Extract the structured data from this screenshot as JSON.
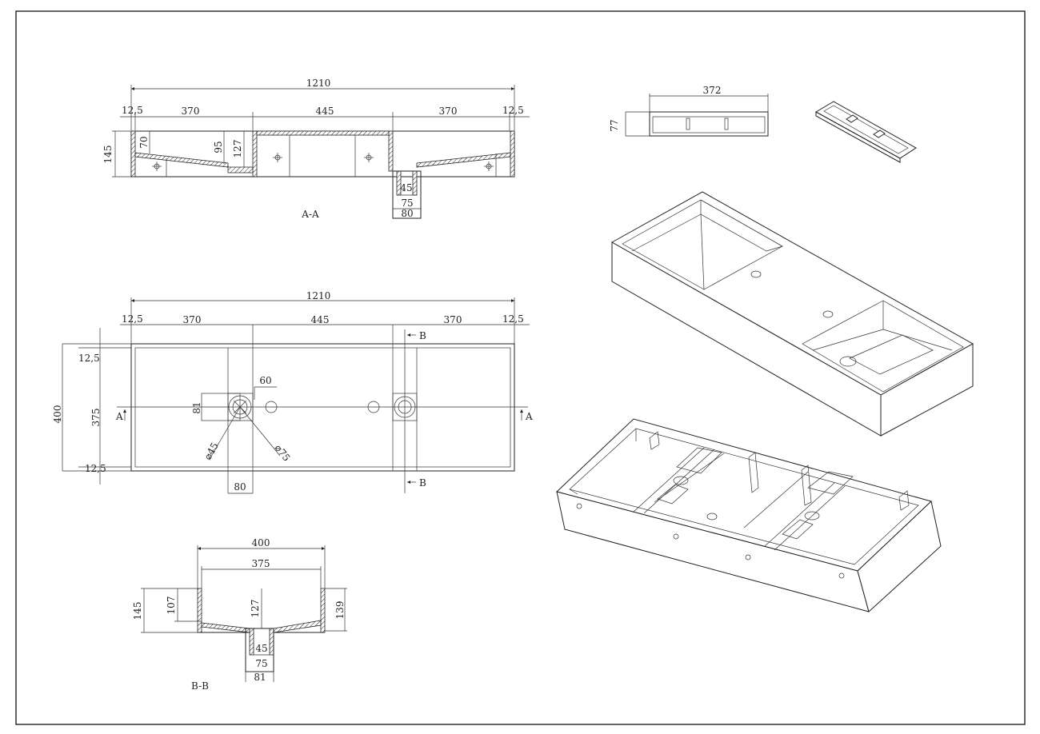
{
  "views": {
    "section_aa": {
      "label": "A-A",
      "dims": {
        "overall": "1210",
        "edge_left": "12,5",
        "left_basin": "370",
        "middle": "445",
        "right_basin": "370",
        "edge_right": "12,5",
        "height": "145",
        "depth_70": "70",
        "depth_95": "95",
        "depth_127": "127",
        "drain_45": "45",
        "drain_75": "75",
        "drain_80": "80"
      }
    },
    "plan_view": {
      "section_marker_a": "A",
      "section_marker_b": "B",
      "dims": {
        "overall": "1210",
        "edge_left": "12,5",
        "left_basin": "370",
        "middle": "445",
        "right_basin": "370",
        "edge_right": "12,5",
        "depth": "400",
        "edge_top": "12,5",
        "inner_depth": "375",
        "edge_bottom": "12,5",
        "tap_hole": "60",
        "drain_block": "81",
        "drain_width": "80",
        "dia_45": "⌀45",
        "dia_75": "⌀75"
      }
    },
    "section_bb": {
      "label": "B-B",
      "dims": {
        "outer_width": "400",
        "inner_width": "375",
        "height_left": "145",
        "depth_107": "107",
        "depth_127": "127",
        "height_right": "139",
        "drain_45": "45",
        "drain_75": "75",
        "drain_81": "81"
      }
    },
    "accessory": {
      "dims": {
        "length": "372",
        "height": "77"
      }
    }
  }
}
